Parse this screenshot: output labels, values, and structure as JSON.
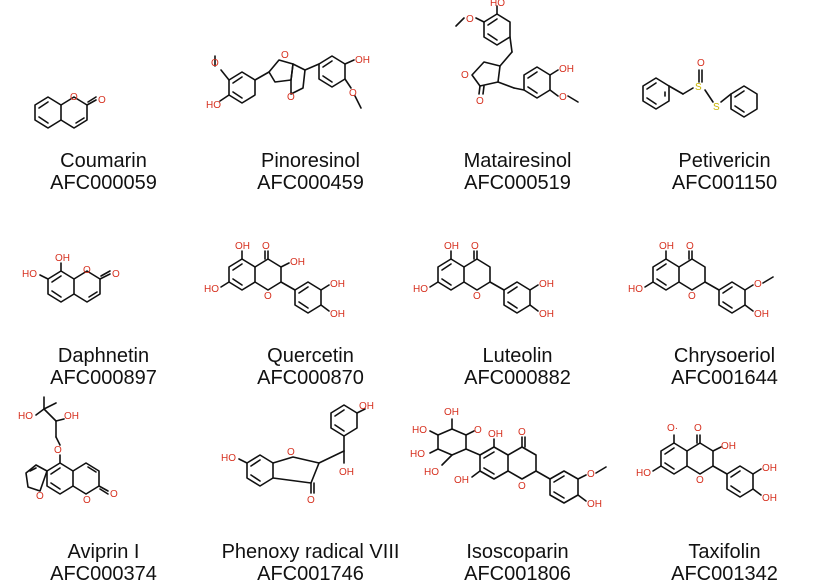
{
  "compounds": [
    {
      "name": "Coumarin",
      "code": "AFC000059",
      "atom_labels": [
        "O",
        "O"
      ]
    },
    {
      "name": "Pinoresinol",
      "code": "AFC000459",
      "atom_labels": [
        "O",
        "HO",
        "O",
        "O",
        "OH",
        "O"
      ]
    },
    {
      "name": "Matairesinol",
      "code": "AFC000519",
      "atom_labels": [
        "HO",
        "O",
        "OH",
        "O",
        "O",
        "O"
      ]
    },
    {
      "name": "Petivericin",
      "code": "AFC001150",
      "atom_labels": [
        "O",
        "S",
        "S"
      ]
    },
    {
      "name": "Daphnetin",
      "code": "AFC000897",
      "atom_labels": [
        "OH",
        "HO",
        "O",
        "O"
      ]
    },
    {
      "name": "Quercetin",
      "code": "AFC000870",
      "atom_labels": [
        "OH",
        "O",
        "OH",
        "HO",
        "O",
        "OH",
        "OH"
      ]
    },
    {
      "name": "Luteolin",
      "code": "AFC000882",
      "atom_labels": [
        "OH",
        "O",
        "HO",
        "O",
        "OH",
        "OH"
      ]
    },
    {
      "name": "Chrysoeriol",
      "code": "AFC001644",
      "atom_labels": [
        "OH",
        "O",
        "HO",
        "O",
        "O",
        "OH"
      ]
    },
    {
      "name": "Aviprin I",
      "code": "AFC000374",
      "atom_labels": [
        "HO",
        "OH",
        "O",
        "O",
        "O",
        "O"
      ]
    },
    {
      "name": "Phenoxy radical VIII",
      "code": "AFC001746",
      "atom_labels": [
        "OH",
        "HO",
        "O",
        "OH",
        "O"
      ]
    },
    {
      "name": "Isoscoparin",
      "code": "AFC001806",
      "atom_labels": [
        "OH",
        "HO",
        "HO",
        "O",
        "OH",
        "O",
        "HO",
        "OH",
        "O",
        "O",
        "OH"
      ]
    },
    {
      "name": "Taxifolin",
      "code": "AFC001342",
      "atom_labels": [
        "O·",
        "O",
        "OH",
        "HO",
        "O",
        "OH",
        "OH"
      ]
    }
  ]
}
